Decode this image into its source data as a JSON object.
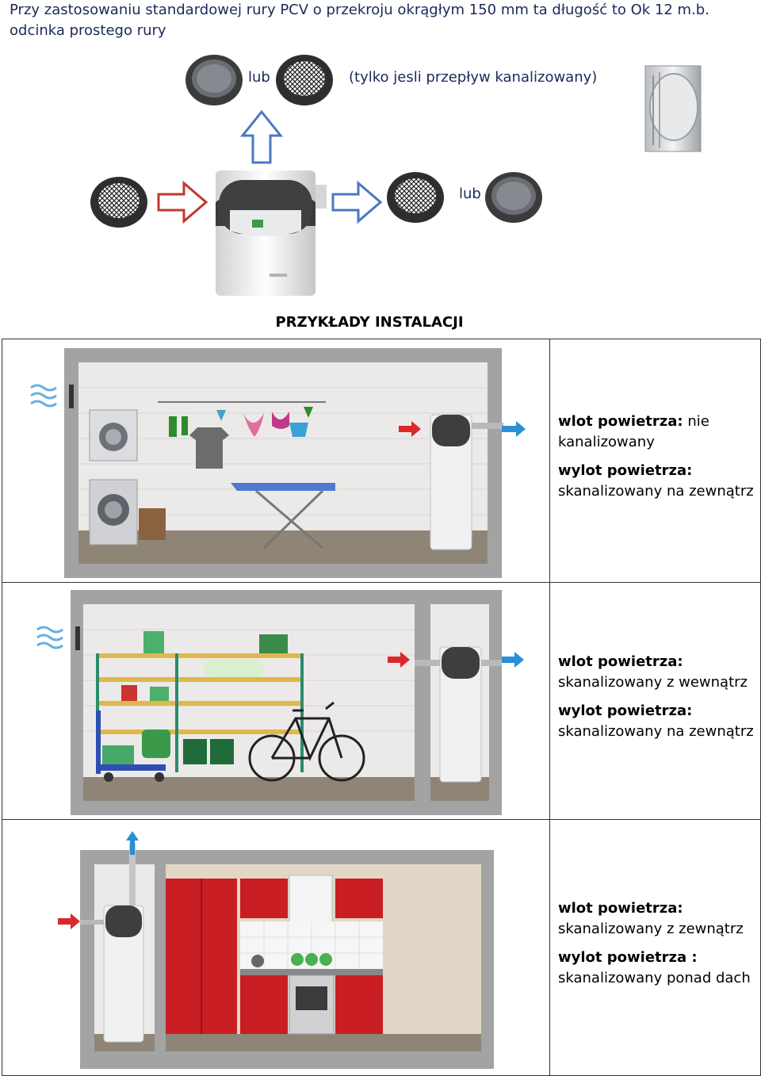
{
  "intro": "Przy zastosowaniu standardowej rury PCV o przekroju okrągłym 150 mm ta długość to Ok 12 m.b. odcinka prostego rury",
  "diagram": {
    "or_top": "lub",
    "note": "(tylko jesli przepływ kanalizowany)",
    "or_right": "lub"
  },
  "section_title": "PRZYKŁADY INSTALACJI",
  "examples": [
    {
      "inlet_label": "wlot powietrza:",
      "inlet_value": "nie kanalizowany",
      "outlet_label": "wylot powietrza:",
      "outlet_value": "skanalizowany na zewnątrz"
    },
    {
      "inlet_label": "wlot powietrza:",
      "inlet_value": "skanalizowany z wewnątrz",
      "outlet_label": "wylot powietrza:",
      "outlet_value": "skanalizowany na zewnątrz"
    },
    {
      "inlet_label": "wlot powietrza:",
      "inlet_value": "skanalizowany z zewnątrz",
      "outlet_label": "wylot powietrza :",
      "outlet_value": "skanalizowany ponad dach"
    }
  ],
  "colors": {
    "arrow_red": "#d9292c",
    "arrow_blue": "#2a8fd6",
    "wall": "#a0a0a0",
    "kitchen_red": "#cc1f24"
  }
}
